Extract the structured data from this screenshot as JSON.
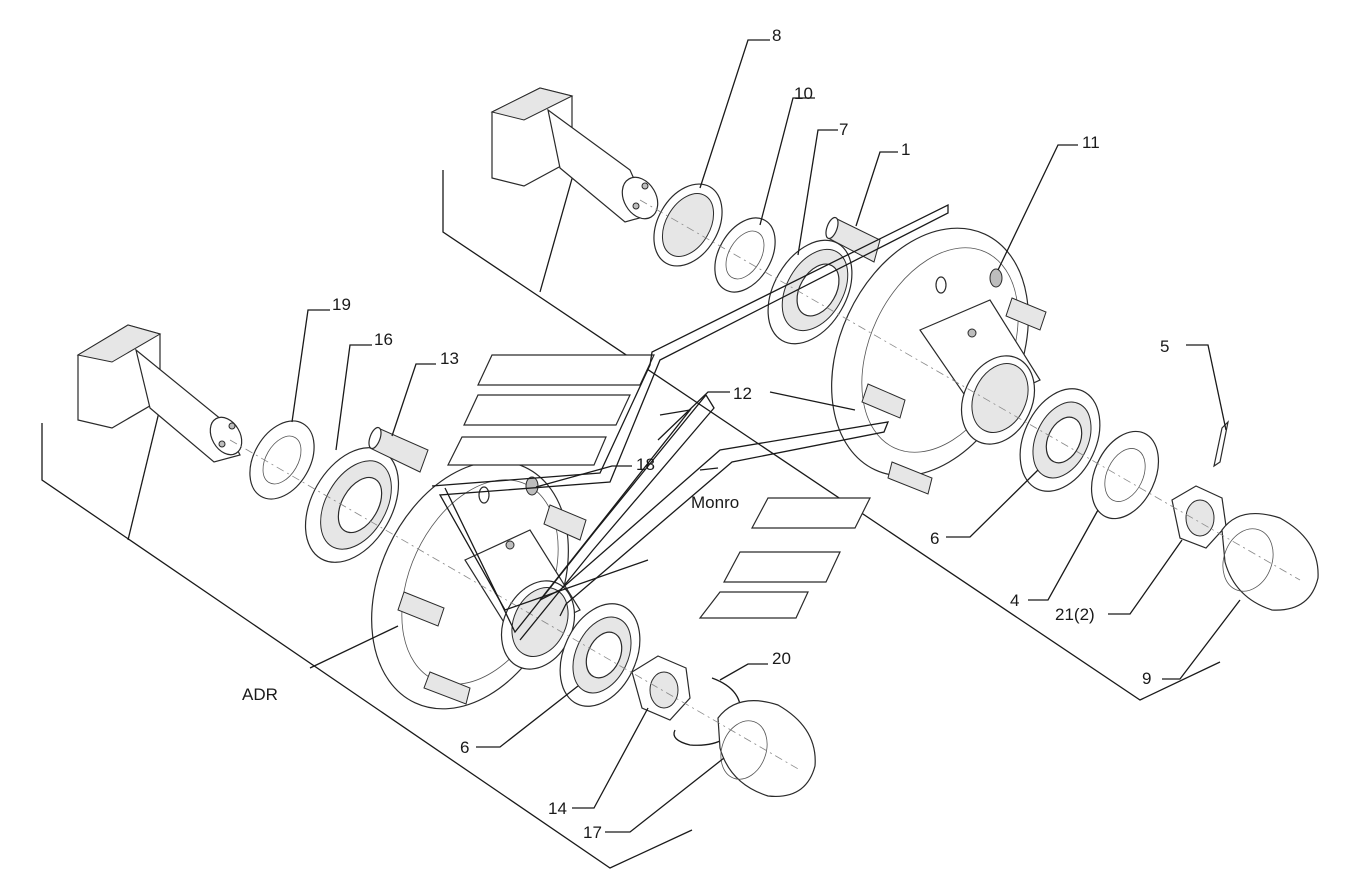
{
  "labels": {
    "l1": "1",
    "l4": "4",
    "l5": "5",
    "l6a": "6",
    "l6b": "6",
    "l7": "7",
    "l8": "8",
    "l9": "9",
    "l10": "10",
    "l11": "11",
    "l12": "12",
    "l13": "13",
    "l14": "14",
    "l16": "16",
    "l17": "17",
    "l18": "18",
    "l19": "19",
    "l20": "20",
    "l21": "21(2)"
  },
  "assemblies": {
    "lower": "ADR",
    "upper": "Monro"
  }
}
